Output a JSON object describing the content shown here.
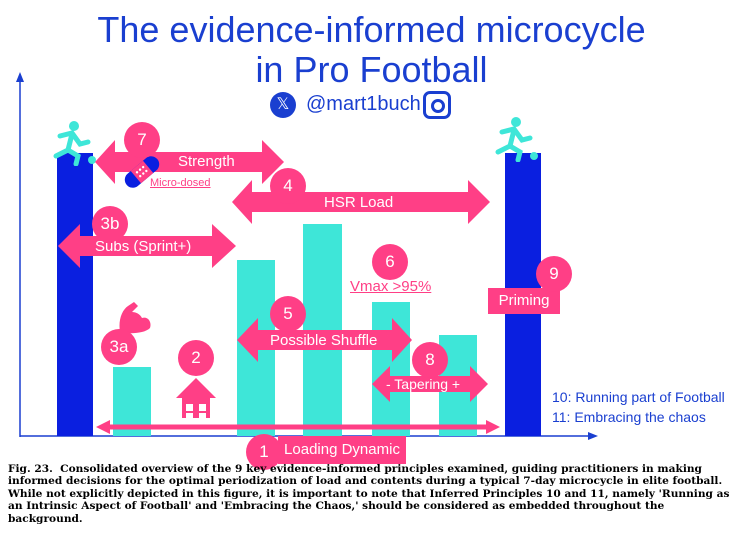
{
  "title": {
    "line1": "The evidence-informed microcycle",
    "line2": "in Pro Football"
  },
  "social": {
    "handle": "@mart1buch"
  },
  "labels": {
    "strength": "Strength",
    "micro_dosed": "Micro-dosed",
    "hsr_load": "HSR Load",
    "subs": "Subs (Sprint+)",
    "vmax": "Vmax >95%",
    "priming": "Priming",
    "possible_shuffle": "Possible Shuffle",
    "tapering": "- Tapering +",
    "loading_dynamic": "Loading Dynamic"
  },
  "numbers": {
    "n1": "1",
    "n2": "2",
    "n3a": "3a",
    "n3b": "3b",
    "n4": "4",
    "n5": "5",
    "n6": "6",
    "n7": "7",
    "n8": "8",
    "n9": "9"
  },
  "side_notes": {
    "line10": "10: Running part of Football",
    "line11": "11: Embracing the chaos"
  },
  "caption": {
    "label": "Fig. 23.",
    "text": "Consolidated overview of the 9 key evidence-informed principles examined, guiding practitioners in making informed decisions for the optimal periodization of load and contents during a typical 7-day microcycle in elite football. While not explicitly depicted in this figure, it is important to note that Inferred Principles 10 and 11, namely 'Running as an Intrinsic Aspect of Football' and 'Embracing the Chaos,' should be considered as embedded throughout the background."
  },
  "colors": {
    "blue": "#0a1fe0",
    "teal": "#3ee6d8",
    "pink": "#ff3f86"
  }
}
